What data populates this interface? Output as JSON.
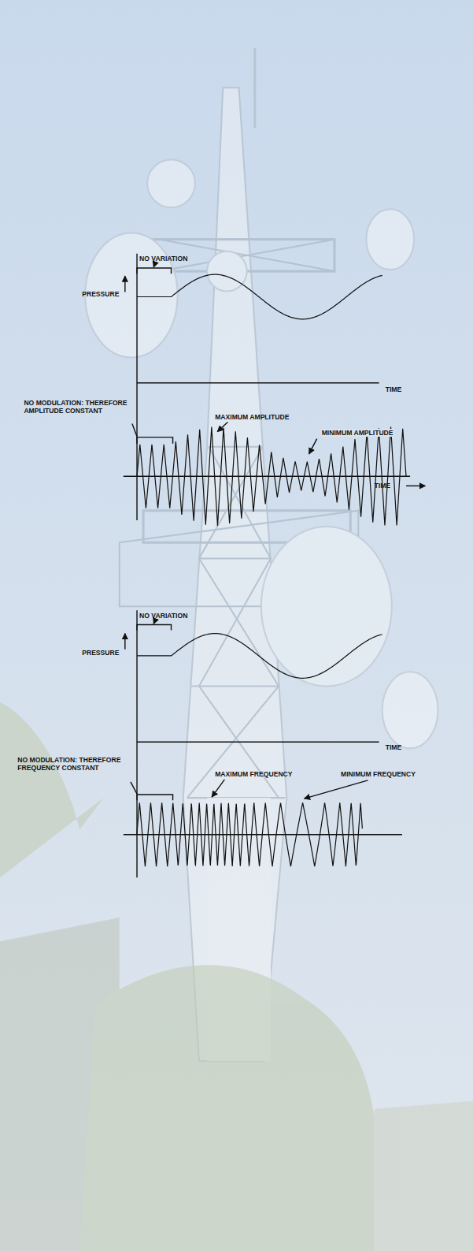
{
  "diagram": {
    "labels": [
      "NO VARIATION",
      "PRESSURE",
      "TIME",
      "NO MODULATION: THEREFORE AMPLITUDE CONSTANT",
      "MAXIMUM AMPLITUDE",
      "MINIMUM AMPLITUDE",
      "TIME",
      "NO VARIATION",
      "PRESSURE",
      "TIME",
      "NO MODULATION: THEREFORE FREQUENCY CONSTANT",
      "MAXIMUM FREQUENCY",
      "MINIMUM FREQUENCY"
    ]
  }
}
